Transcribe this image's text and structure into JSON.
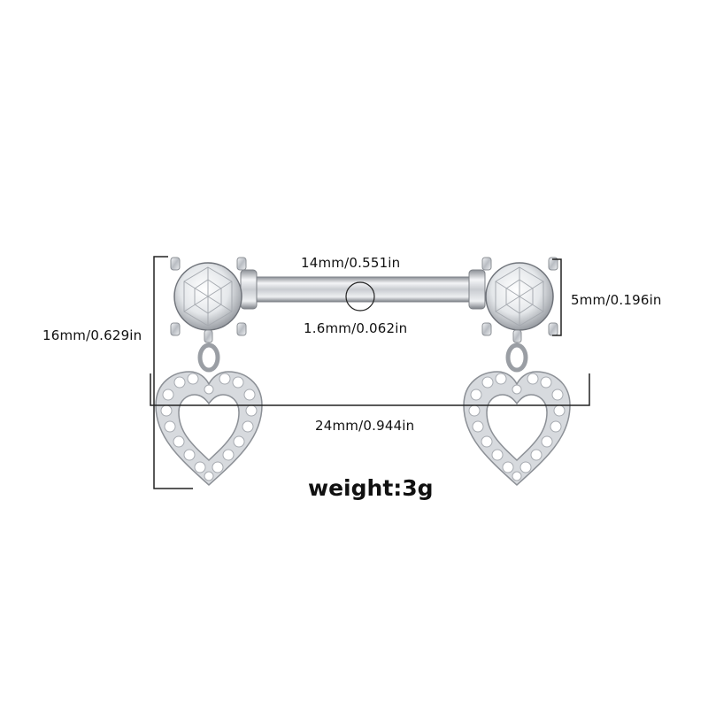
{
  "dimensions": {
    "length": "14mm/0.551in",
    "gauge": "1.6mm/0.062in",
    "ball_size": "5mm/0.196in",
    "total_height": "16mm/0.629in",
    "total_width": "24mm/0.944in"
  },
  "weight": "weight:3g",
  "colors": {
    "background": "#ffffff",
    "metal": "#c9ccd1",
    "metal_highlight": "#f4f5f7",
    "metal_shadow": "#8c9096",
    "stone": "#e9ebee",
    "line": "#222222"
  }
}
